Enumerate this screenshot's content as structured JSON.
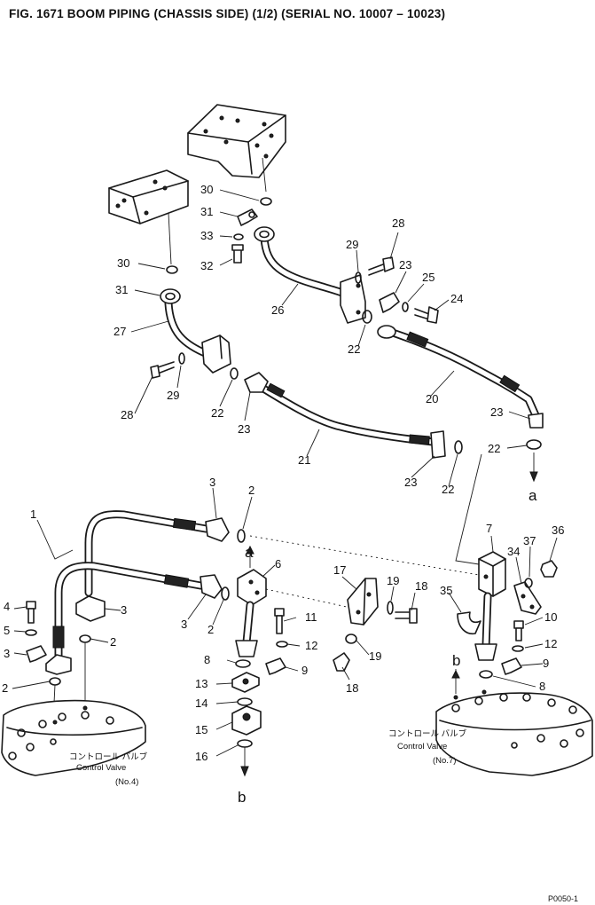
{
  "title": "FIG. 1671  BOOM PIPING (CHASSIS SIDE) (1/2) (SERIAL NO. 10007 – 10023)",
  "valve_left": {
    "jp": "コントロール バルブ",
    "en": "Control Valve",
    "no": "(No.4)"
  },
  "valve_right": {
    "jp": "コントロール バルブ",
    "en": "Control Valve",
    "no": "(No.7)"
  },
  "refs": {
    "a1": "a",
    "a2": "a",
    "b1": "b",
    "b2": "b"
  },
  "footer": "P0050-1",
  "callouts": [
    "30",
    "31",
    "33",
    "32",
    "30",
    "31",
    "27",
    "28",
    "29",
    "22",
    "26",
    "29",
    "28",
    "23",
    "25",
    "24",
    "22",
    "20",
    "23",
    "23",
    "21",
    "23",
    "22",
    "22",
    "1",
    "3",
    "2",
    "3",
    "3",
    "2",
    "2",
    "4",
    "5",
    "3",
    "2",
    "a",
    "6",
    "11",
    "12",
    "8",
    "9",
    "13",
    "14",
    "15",
    "16",
    "17",
    "19",
    "18",
    "19",
    "18",
    "7",
    "34",
    "37",
    "36",
    "35",
    "10",
    "12",
    "9",
    "8"
  ]
}
